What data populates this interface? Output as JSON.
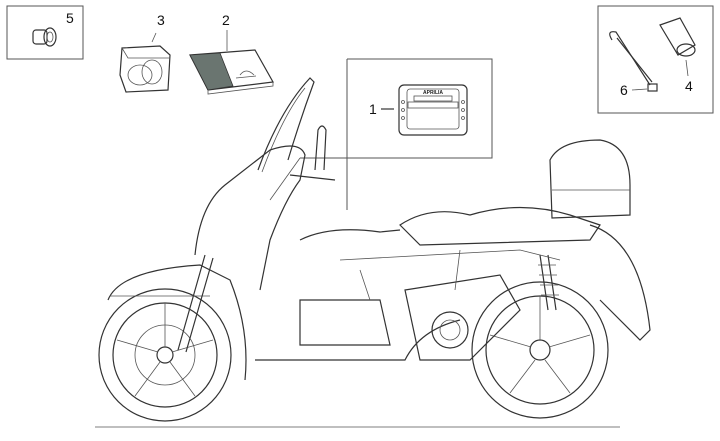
{
  "diagram": {
    "callouts": [
      {
        "id": "1",
        "text": "1"
      },
      {
        "id": "2",
        "text": "2"
      },
      {
        "id": "3",
        "text": "3"
      },
      {
        "id": "4",
        "text": "4"
      },
      {
        "id": "5",
        "text": "5"
      },
      {
        "id": "6",
        "text": "6"
      }
    ],
    "plate": {
      "brand": "APRILIA"
    }
  }
}
